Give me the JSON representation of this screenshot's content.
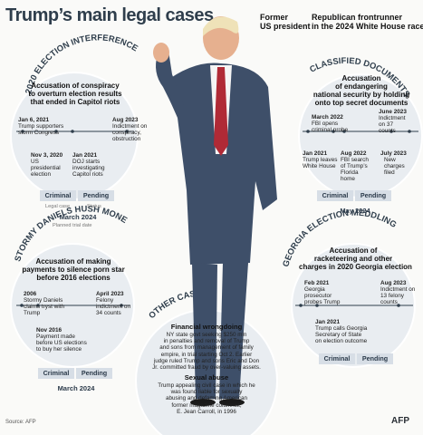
{
  "title": "Trump’s main legal cases",
  "header": {
    "left": "Former\nUS president",
    "right": "Republican frontrunner\nin the 2024 White House race"
  },
  "cases": [
    {
      "arc_label": "2020 ELECTION INTERFERENCE",
      "accusation": "Accusation of conspiracy\nto overturn election results\nthat ended in Capitol riots",
      "events": [
        {
          "date": "Jan 6, 2021",
          "text": "Trump supporters\nstorm Congress"
        },
        {
          "date": "Aug 2023",
          "text": "Indictment on\nconspiracy,\nobstruction"
        },
        {
          "date": "Nov 3, 2020",
          "text": "US\npresidential\nelection"
        },
        {
          "date": "Jan 2021",
          "text": "DOJ starts\ninvestigating\nCapitol riots"
        }
      ],
      "legal_case": "Criminal",
      "status": "Pending",
      "legal_case_label": "Legal case",
      "status_label": "Status",
      "trial_date": "March 2024",
      "trial_label": "Planned trial date"
    },
    {
      "arc_label": "CLASSIFIED DOCUMENTS",
      "accusation": "Accusation\nof endangering\nnational security by holding\nonto top secret documents",
      "events": [
        {
          "date": "March 2022",
          "text": "FBI opens\ncriminal probe"
        },
        {
          "date": "June 2023",
          "text": "Indictment\non 37\ncounts"
        },
        {
          "date": "Jan 2021",
          "text": "Trump leaves\nWhite House"
        },
        {
          "date": "Aug 2022",
          "text": "FBI search\nof Trump’s\nFlorida\nhome"
        },
        {
          "date": "July 2023",
          "text": "New\ncharges\nfiled"
        }
      ],
      "legal_case": "Criminal",
      "status": "Pending",
      "trial_date": "May 2024"
    },
    {
      "arc_label": "STORMY DANIELS HUSH MONEY",
      "accusation": "Accusation of making\npayments to silence porn star\nbefore 2016 elections",
      "events": [
        {
          "date": "2006",
          "text": "Stormy Daniels\nclaims tryst with\nTrump"
        },
        {
          "date": "April 2023",
          "text": "Felony\nindictment on\n34 counts"
        },
        {
          "date": "Nov 2016",
          "text": "Payment made\nbefore US elections\nto buy her silence"
        }
      ],
      "legal_case": "Criminal",
      "status": "Pending",
      "trial_date": "March 2024"
    },
    {
      "arc_label": "GEORGIA ELECTION MEDDLING",
      "accusation": "Accusation of\nracketeering and other\ncharges in 2020 Georgia election",
      "events": [
        {
          "date": "Feb 2021",
          "text": "Georgia\nprosecutor\nprobes Trump"
        },
        {
          "date": "Aug 2023",
          "text": "Indictment on\n13 felony\ncounts"
        },
        {
          "date": "Jan 2021",
          "text": "Trump calls Georgia\nSecretary of State\non election outcome"
        }
      ],
      "legal_case": "Criminal",
      "status": "Pending"
    }
  ],
  "other_cases": {
    "arc_label": "OTHER CASES",
    "items": [
      {
        "title": "Financial wrongdoing",
        "text": "NY state govt seeking $250 mln\nin penalties and removal of Trump\nand sons from management of family\nempire, in trial starting Oct 2. Earlier\njudge ruled Trump and sons Eric and Don\nJr. committed fraud by over-valuing assets."
      },
      {
        "title": "Sexual abuse",
        "text": "Trump appealing civil case in which he\nwas found liable for sexually\nabusing and defaming American\nformer magazine columnist,\nE. Jean Carroll, in 1996"
      }
    ]
  },
  "source": "Source: AFP",
  "logo": "AFP",
  "colors": {
    "accent": "#2f3e4c",
    "button": "#d7dee6",
    "circle": "#e9edf1",
    "suit": "#3e4f69",
    "tie": "#b02a36"
  }
}
